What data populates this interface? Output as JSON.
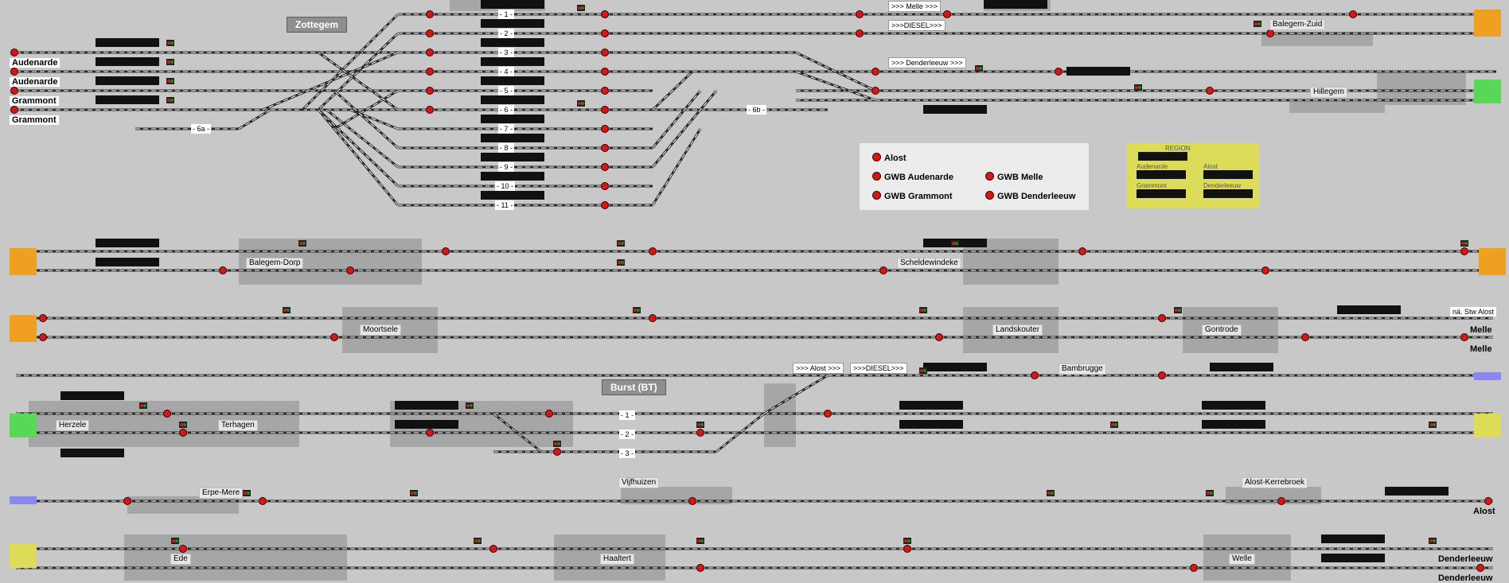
{
  "app": {
    "title": "Seinhuis Aalst interlocking panel"
  },
  "colors": {
    "panel": "#c8c8c8",
    "track": "#2a2a2a",
    "signal_red": "#d41818",
    "signal_green": "#1a8a1a",
    "orange": "#f0a020",
    "green": "#58d858",
    "yellow": "#dcdc58",
    "blue": "#8888ee"
  },
  "titles": {
    "zottegem": "Zottegem",
    "burst": "Burst (BT)"
  },
  "cities": [
    {
      "id": "audenarde1",
      "text": "Audenarde"
    },
    {
      "id": "audenarde2",
      "text": "Audenarde"
    },
    {
      "id": "grammont1",
      "text": "Grammont"
    },
    {
      "id": "grammont2",
      "text": "Grammont"
    },
    {
      "id": "melle1",
      "text": "Melle"
    },
    {
      "id": "melle2",
      "text": "Melle"
    },
    {
      "id": "alost",
      "text": "Alost"
    },
    {
      "id": "dender1",
      "text": "Denderleeuw"
    },
    {
      "id": "dender2",
      "text": "Denderleeuw"
    },
    {
      "id": "nastw",
      "text": "nä. Stw Alost"
    }
  ],
  "stations": [
    {
      "id": "balegem_zuid",
      "text": "Balegem-Zuid"
    },
    {
      "id": "hillegem",
      "text": "Hillegem"
    },
    {
      "id": "balegem_dorp",
      "text": "Balegem-Dorp"
    },
    {
      "id": "scheldewindeke",
      "text": "Scheldewindeke"
    },
    {
      "id": "moortsele",
      "text": "Moortsele"
    },
    {
      "id": "landskouter",
      "text": "Landskouter"
    },
    {
      "id": "gontrode",
      "text": "Gontrode"
    },
    {
      "id": "bambrugge",
      "text": "Bambrugge"
    },
    {
      "id": "herzele",
      "text": "Herzele"
    },
    {
      "id": "terhagen",
      "text": "Terhagen"
    },
    {
      "id": "erpe_mere",
      "text": "Erpe-Mere"
    },
    {
      "id": "vijfhuizen",
      "text": "Vijfhuizen"
    },
    {
      "id": "alost_kerrebroek",
      "text": "Alost-Kerrebroek"
    },
    {
      "id": "ede",
      "text": "Ede"
    },
    {
      "id": "haaltert",
      "text": "Haaltert"
    },
    {
      "id": "welle",
      "text": "Welle"
    }
  ],
  "directions": [
    {
      "id": "melle_top",
      "text": ">>> Melle >>>"
    },
    {
      "id": "diesel_top",
      "text": ">>>DIESEL>>>"
    },
    {
      "id": "dender_top",
      "text": ">>> Denderleeuw >>>"
    },
    {
      "id": "alost_mid",
      "text": ">>> Alost >>>"
    },
    {
      "id": "diesel_mid",
      "text": ">>>DIESEL>>>"
    }
  ],
  "tracks": [
    "- 1 -",
    "- 2 -",
    "- 3 -",
    "- 4 -",
    "- 5 -",
    "- 6 -",
    "- 7 -",
    "- 8 -",
    "- 9 -",
    "- 10 -",
    "- 11 -",
    "- 6a -",
    "- 6b -",
    "- 1 -",
    "- 2 -",
    "- 3 -"
  ],
  "legend": {
    "items": [
      "Alost",
      "GWB Audenarde",
      "GWB Melle",
      "GWB Grammont",
      "GWB Denderleeuw"
    ]
  },
  "region": {
    "title": "REGION",
    "labels": [
      "Audenarde",
      "Alost",
      "Grammont",
      "Denderleeuw"
    ]
  }
}
